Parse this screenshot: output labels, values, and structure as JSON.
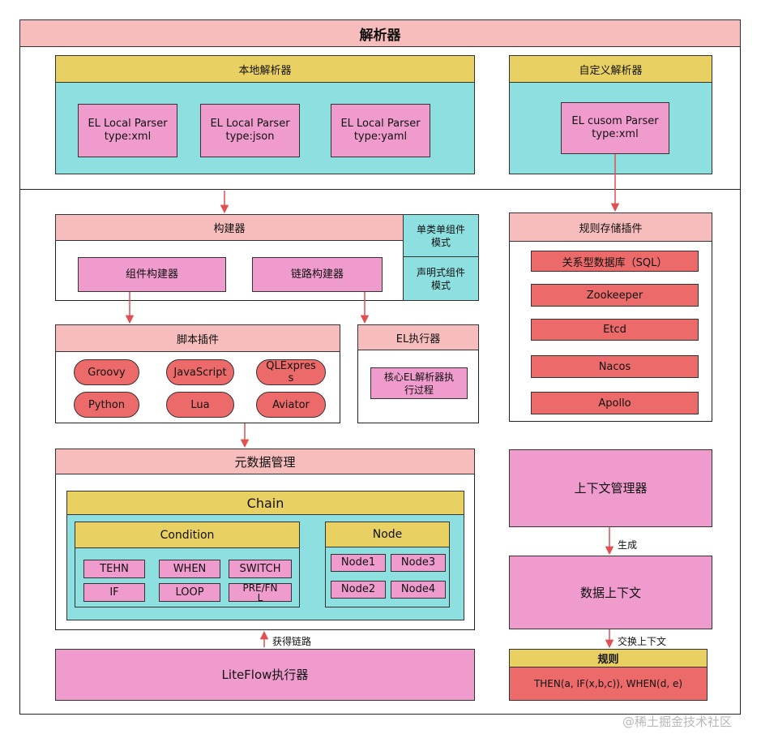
{
  "parser": {
    "title": "解析器",
    "local": {
      "title": "本地解析器",
      "items": [
        "EL Local Parser\ntype:xml",
        "EL Local Parser\ntype:json",
        "EL Local Parser\ntype:yaml"
      ]
    },
    "custom": {
      "title": "自定义解析器",
      "item": "EL cusom Parser\ntype:xml"
    }
  },
  "builder": {
    "title": "构建器",
    "component_builder": "组件构建器",
    "chain_builder": "链路构建器",
    "mode_single": "单类单组件\n模式",
    "mode_declarative": "声明式组件\n模式"
  },
  "rule_storage": {
    "title": "规则存储插件",
    "items": [
      "关系型数据库（SQL）",
      "Zookeeper",
      "Etcd",
      "Nacos",
      "Apollo"
    ]
  },
  "script_plugin": {
    "title": "脚本插件",
    "items": [
      "Groovy",
      "JavaScript",
      "QLExpres\ns",
      "Python",
      "Lua",
      "Aviator"
    ]
  },
  "el_executor": {
    "title": "EL执行器",
    "core": "核心EL解析器执\n行过程"
  },
  "metadata": {
    "title": "元数据管理",
    "chain_title": "Chain",
    "condition": {
      "title": "Condition",
      "items": [
        "TEHN",
        "WHEN",
        "SWITCH",
        "IF",
        "LOOP",
        "PRE/FN\nL"
      ]
    },
    "node": {
      "title": "Node",
      "items": [
        "Node1",
        "Node3",
        "Node2",
        "Node4"
      ]
    }
  },
  "context_manager": "上下文管理器",
  "generate_label": "生成",
  "data_context": "数据上下文",
  "exchange_label": "交换上下文",
  "rule": {
    "title": "规则",
    "expression": "THEN(a, IF(x,b,c)), WHEN(d, e)"
  },
  "get_chain_label": "获得链路",
  "liteflow_executor": "LiteFlow执行器",
  "watermark": "@稀土掘金技术社区",
  "colors": {
    "pink_header": "#f7bcbc",
    "yellow_header": "#e9d062",
    "teal": "#8ee0e0",
    "pink_box": "#f09bce",
    "red_box": "#ec6a6a",
    "arrow": "#e05050"
  }
}
